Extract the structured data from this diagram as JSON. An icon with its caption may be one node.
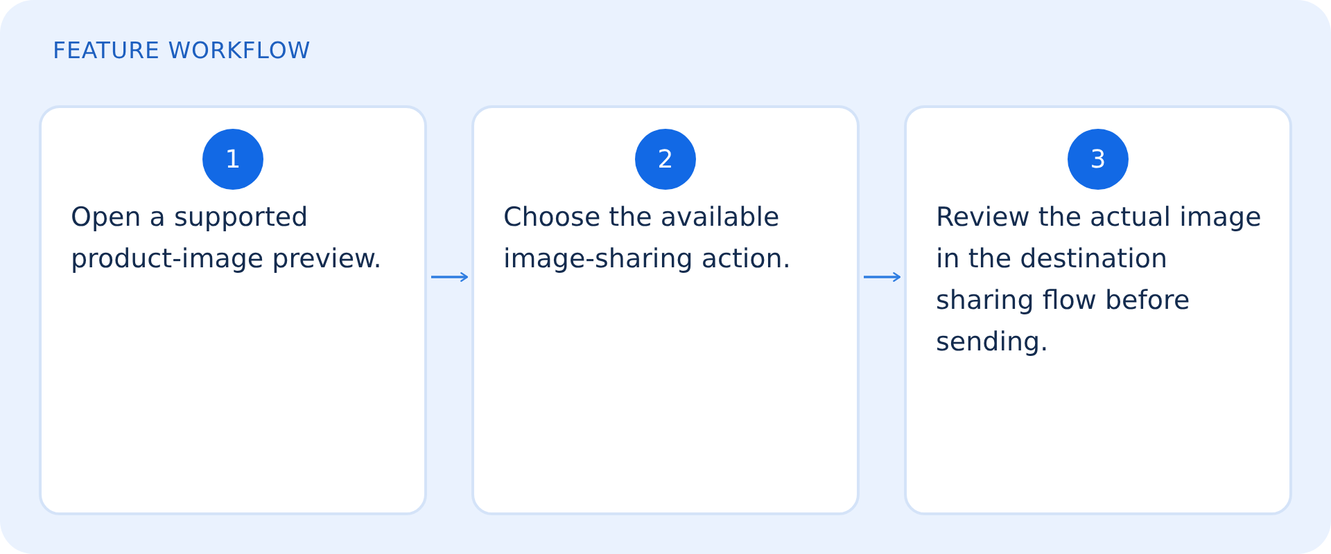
{
  "diagram": {
    "nodes": [
      {
        "text": [
          "FEATURE WORKFLOW"
        ]
      },
      {
        "text": [
          "Open a supported product-image preview."
        ],
        "in": 0
      },
      {
        "text": [
          "1"
        ],
        "in": 1
      },
      {
        "text": [
          "Choose the available image-sharing action."
        ],
        "in": 0
      },
      {
        "text": [
          "2"
        ],
        "in": 3
      },
      {
        "text": [
          "Review the actual image in the destination sharing flow before sending."
        ],
        "in": 0
      },
      {
        "text": [
          "3"
        ],
        "in": 5
      }
    ],
    "edges": [
      {
        "from": 1,
        "to": 3,
        "arrow": "to"
      },
      {
        "from": 3,
        "to": 5,
        "arrow": "to"
      }
    ]
  }
}
